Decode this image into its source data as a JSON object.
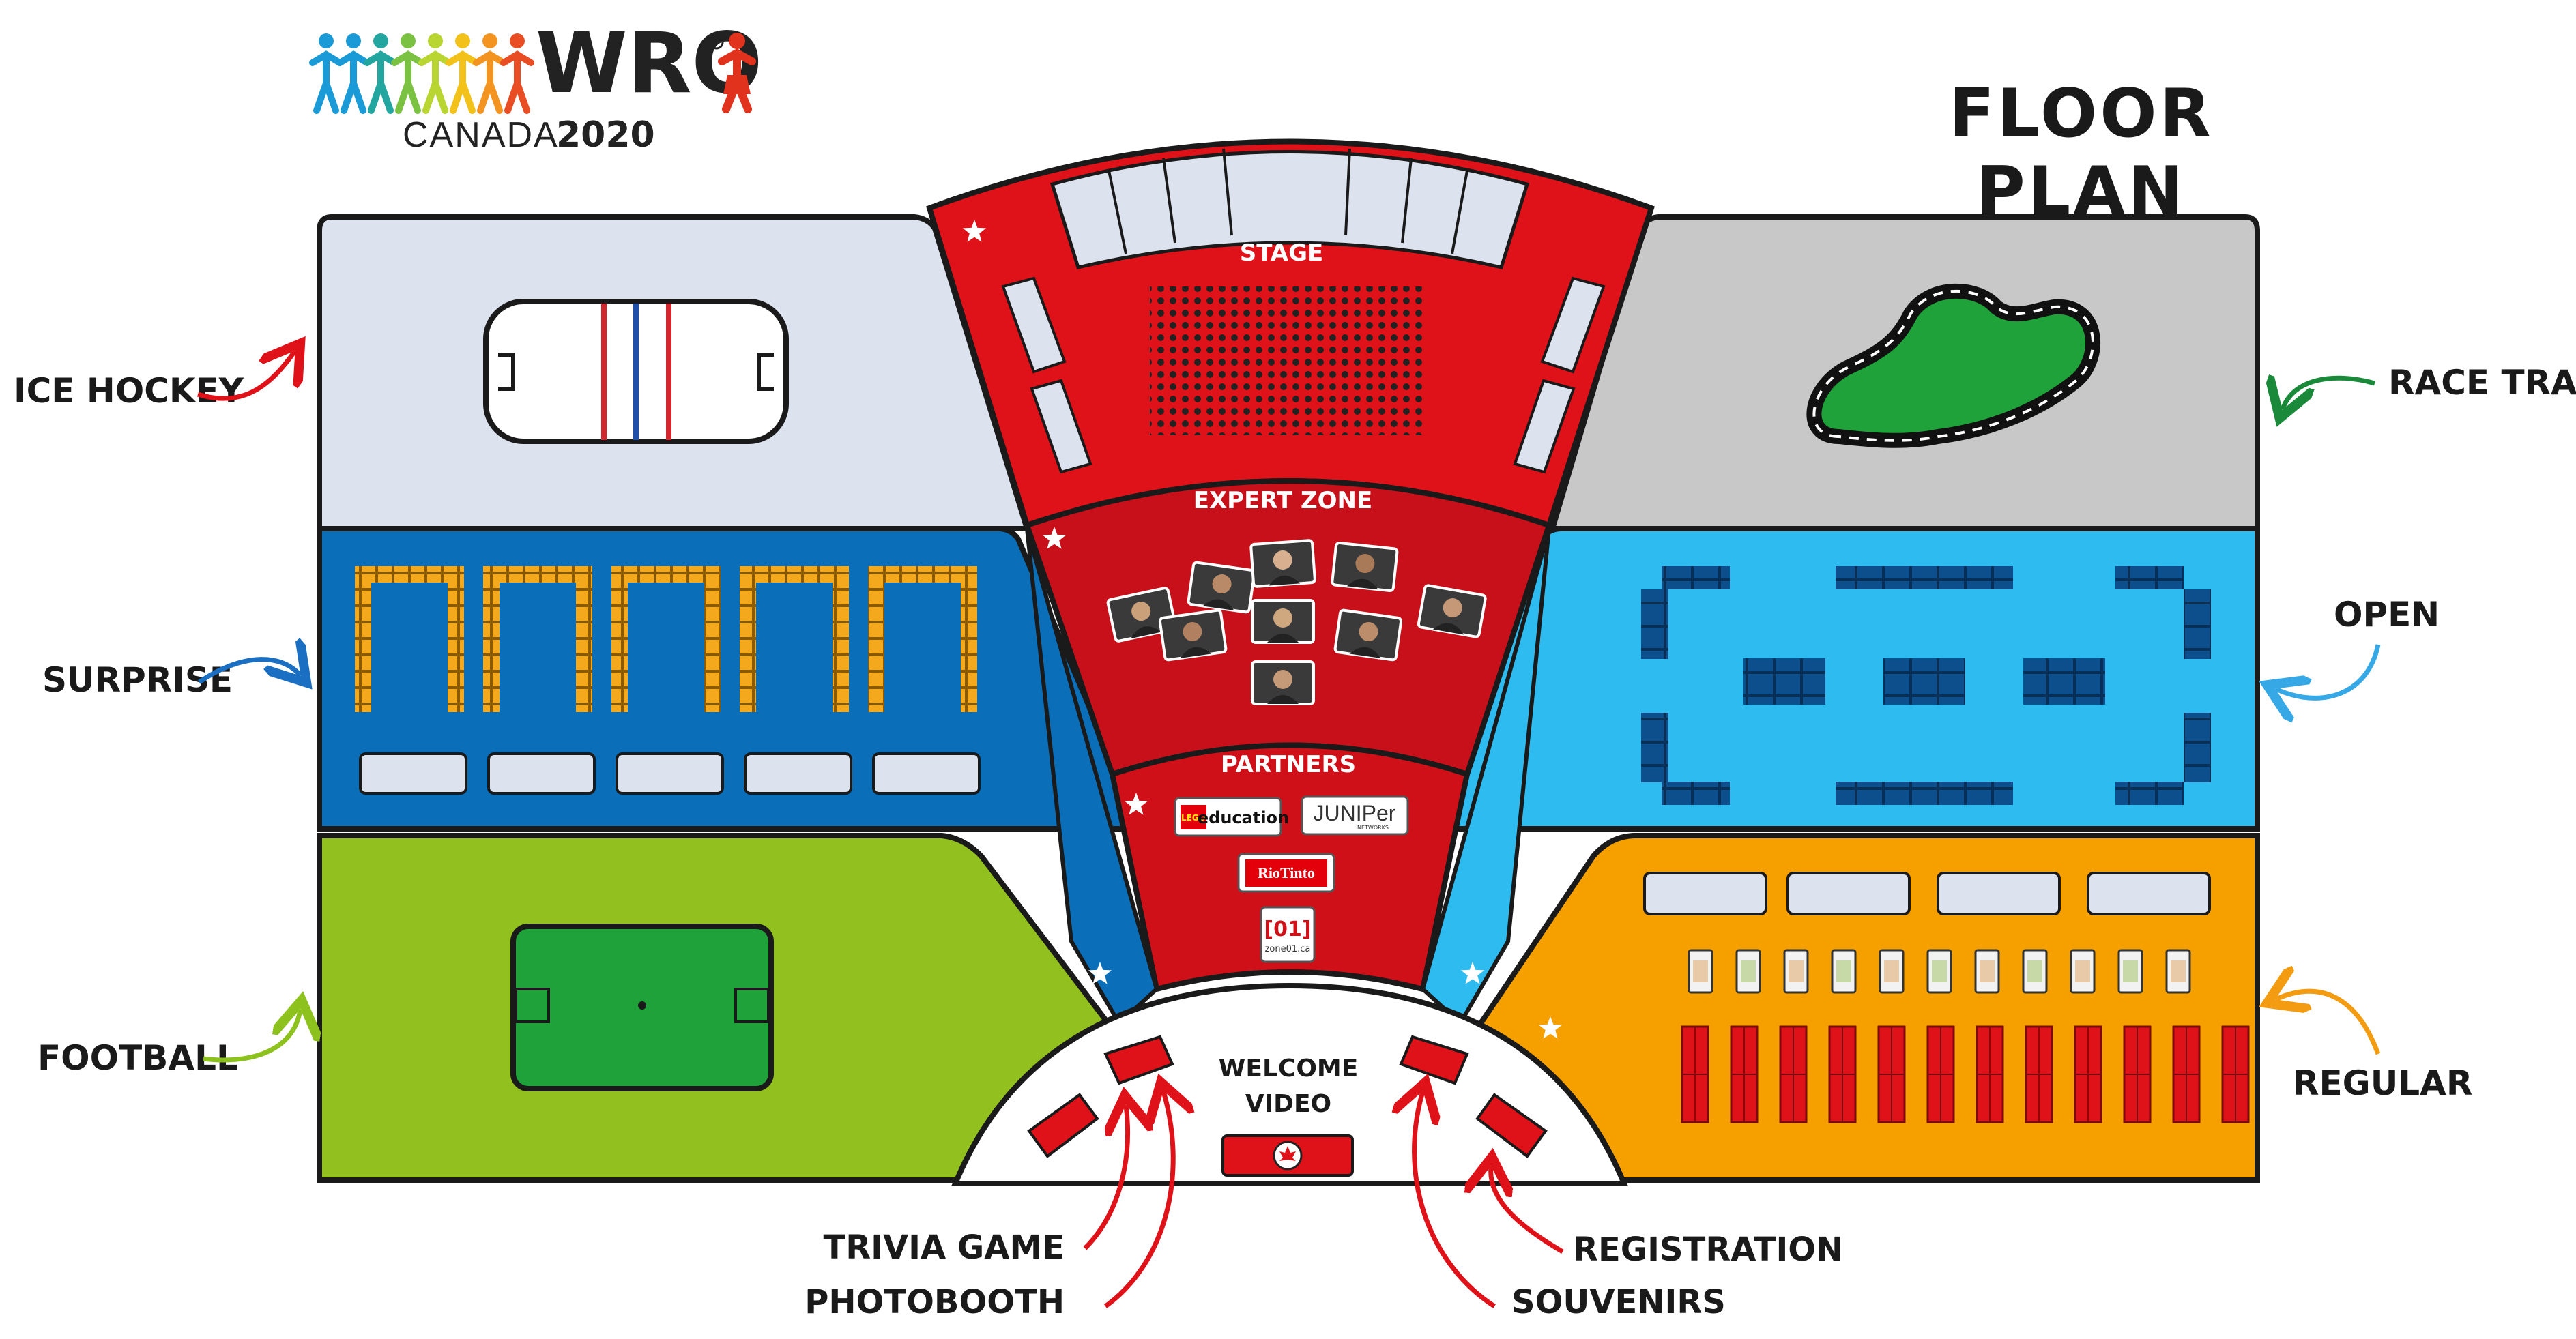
{
  "logo": {
    "wordmark": "WRO",
    "country": "CANADA",
    "year": "2020"
  },
  "title": "FLOOR PLAN",
  "zones": {
    "ice_hockey": "ICE HOCKEY",
    "surprise": "SURPRISE",
    "football": "FOOTBALL",
    "race_track": "RACE TRACK",
    "open": "OPEN",
    "regular": "REGULAR",
    "stage": "STAGE",
    "expert_zone": "EXPERT ZONE",
    "partners": "PARTNERS",
    "welcome_line1": "WELCOME",
    "welcome_line2": "VIDEO"
  },
  "callouts": {
    "trivia": "TRIVIA GAME",
    "photobooth": "PHOTOBOOTH",
    "registration": "REGISTRATION",
    "souvenirs": "SOUVENIRS"
  },
  "partners": {
    "lego": "education",
    "juniper": "JUNIPer",
    "juniper_sub": "NETWORKS",
    "riotinto": "RioTinto",
    "zone01_a": "[01]",
    "zone01_b": "zone01.ca"
  },
  "colors": {
    "ice": "#dde2ef",
    "surprise": "#0a6fb8",
    "football": "#92c01f",
    "race": "#c8c8c8",
    "open": "#2ebcf0",
    "regular": "#f6a000",
    "stage": "#e01219",
    "outline": "#1a1a1a",
    "table": "#f4a81c",
    "navy": "#0d4f8c"
  }
}
